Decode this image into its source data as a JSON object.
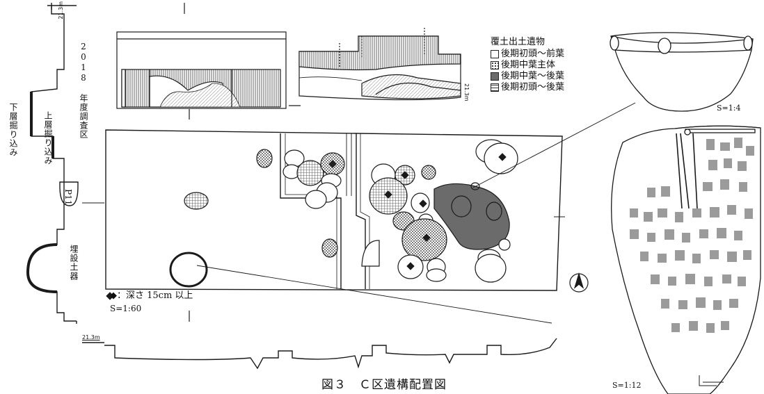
{
  "figure": {
    "caption": "図３　Ｃ区遺構配置図"
  },
  "profile_left": {
    "elevation_top": "21.3m",
    "labels": {
      "survey_2018": "2018 年度調査区",
      "upper_cut": "上層掘り込み",
      "lower_cut": "下層掘り込み",
      "p11": "P11",
      "buried_pot": "埋設土器"
    }
  },
  "section_small": {
    "elevation": "21.3m"
  },
  "legend": {
    "title": "覆土出土遺物",
    "items": [
      {
        "label": "後期初頭～前葉",
        "pattern": "blank"
      },
      {
        "label": "後期中葉主体",
        "pattern": "dots"
      },
      {
        "label": "後期中葉～後葉",
        "pattern": "dark"
      },
      {
        "label": "後期初頭～後葉",
        "pattern": "grid"
      }
    ]
  },
  "plan": {
    "depth_note": "◆：深さ 15cm 以上",
    "scale": "S=1:60"
  },
  "profile_bottom": {
    "elevation": "21.3m"
  },
  "vessels": {
    "upper_scale": "S=1:4",
    "lower_scale": "S=1:12"
  },
  "colors": {
    "line": "#1a1a1a",
    "dark_fill": "#6b6b6b",
    "sherd_fill": "#8a8a8a"
  }
}
